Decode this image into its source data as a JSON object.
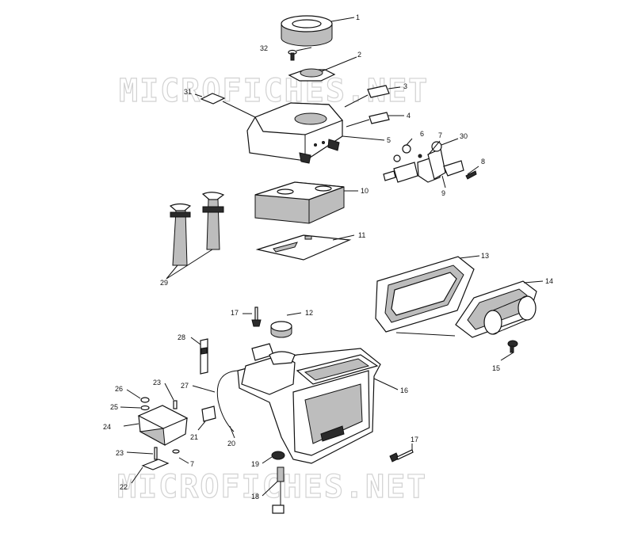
{
  "watermark": {
    "top": "MICROFICHES.NET",
    "bottom": "MICROFICHES.NET"
  },
  "callouts": {
    "c1": "1",
    "c2": "2",
    "c3": "3",
    "c4": "4",
    "c5": "5",
    "c6": "6",
    "c7": "7",
    "c8": "8",
    "c9": "9",
    "c10": "10",
    "c11": "11",
    "c12": "12",
    "c13": "13",
    "c14": "14",
    "c15": "15",
    "c16": "16",
    "c17a": "17",
    "c17b": "17",
    "c18": "18",
    "c19": "19",
    "c20": "20",
    "c21": "21",
    "c22": "22",
    "c23a": "23",
    "c23b": "23",
    "c24": "24",
    "c25": "25",
    "c26": "26",
    "c27": "27",
    "c28": "28",
    "c29": "29",
    "c30": "30",
    "c31": "31",
    "c32": "32",
    "c7b": "7"
  }
}
